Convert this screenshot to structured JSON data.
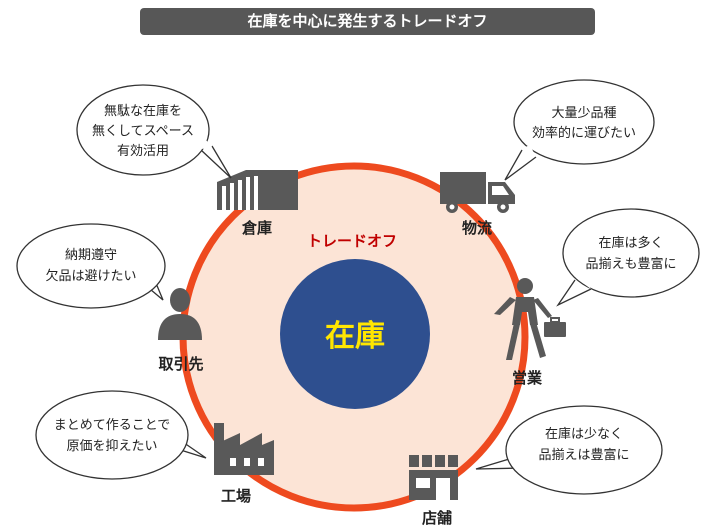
{
  "title": "在庫を中心に発生するトレードオフ",
  "center": {
    "label": "在庫"
  },
  "tradeoff_label": "トレードオフ",
  "nodes": {
    "warehouse": "倉庫",
    "logistics": "物流",
    "client": "取引先",
    "sales": "営業",
    "factory": "工場",
    "store": "店舗"
  },
  "bubbles": {
    "warehouse": [
      "無駄な在庫を",
      "無くしてスペース",
      "有効活用"
    ],
    "logistics": [
      "大量少品種",
      "効率的に運びたい"
    ],
    "sales": [
      "在庫は多く",
      "品揃えも豊富に"
    ],
    "client": [
      "納期遵守",
      "欠品は避けたい"
    ],
    "factory": [
      "まとめて作ることで",
      "原価を抑えたい"
    ],
    "store": [
      "在庫は少なく",
      "品揃えは豊富に"
    ]
  },
  "colors": {
    "title_bg": "#575757",
    "ring_stroke": "#EE4A1F",
    "ring_fill": "#FCE4D6",
    "center_fill": "#2E4F8F",
    "center_text": "#FFE600",
    "tradeoff_text": "#C00000",
    "icon": "#595959"
  }
}
